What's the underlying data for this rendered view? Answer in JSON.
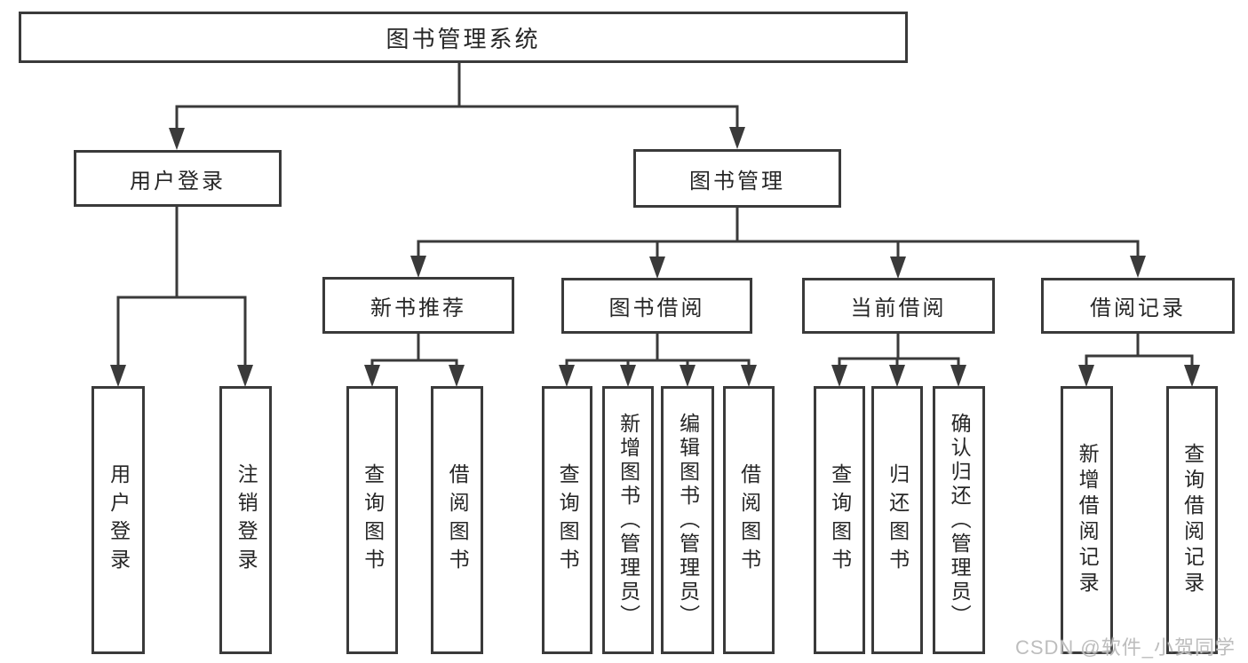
{
  "colors": {
    "line": "#3a3a3a",
    "box_border": "#3a3a3a",
    "text": "#262626",
    "watermark": "#bdbdbd",
    "background": "#ffffff"
  },
  "diagram": {
    "root": {
      "label": "图书管理系统"
    },
    "level2": [
      {
        "label": "用户登录",
        "parent": "图书管理系统"
      },
      {
        "label": "图书管理",
        "parent": "图书管理系统"
      }
    ],
    "level3": [
      {
        "label": "新书推荐",
        "parent": "图书管理"
      },
      {
        "label": "图书借阅",
        "parent": "图书管理"
      },
      {
        "label": "当前借阅",
        "parent": "图书管理"
      },
      {
        "label": "借阅记录",
        "parent": "图书管理"
      }
    ],
    "leaves": [
      {
        "label": "用户登录",
        "parent": "用户登录"
      },
      {
        "label": "注销登录",
        "parent": "用户登录"
      },
      {
        "label": "查询图书",
        "parent": "新书推荐"
      },
      {
        "label": "借阅图书",
        "parent": "新书推荐"
      },
      {
        "label": "查询图书",
        "parent": "图书借阅"
      },
      {
        "label": "新增图书（管理员）",
        "parent": "图书借阅"
      },
      {
        "label": "编辑图书（管理员）",
        "parent": "图书借阅"
      },
      {
        "label": "借阅图书",
        "parent": "图书借阅"
      },
      {
        "label": "查询图书",
        "parent": "当前借阅"
      },
      {
        "label": "归还图书",
        "parent": "当前借阅"
      },
      {
        "label": "确认归还（管理员）",
        "parent": "当前借阅"
      },
      {
        "label": "新增借阅记录",
        "parent": "借阅记录"
      },
      {
        "label": "查询借阅记录",
        "parent": "借阅记录"
      }
    ]
  },
  "watermark": {
    "text": "CSDN @软件_小贺同学"
  }
}
